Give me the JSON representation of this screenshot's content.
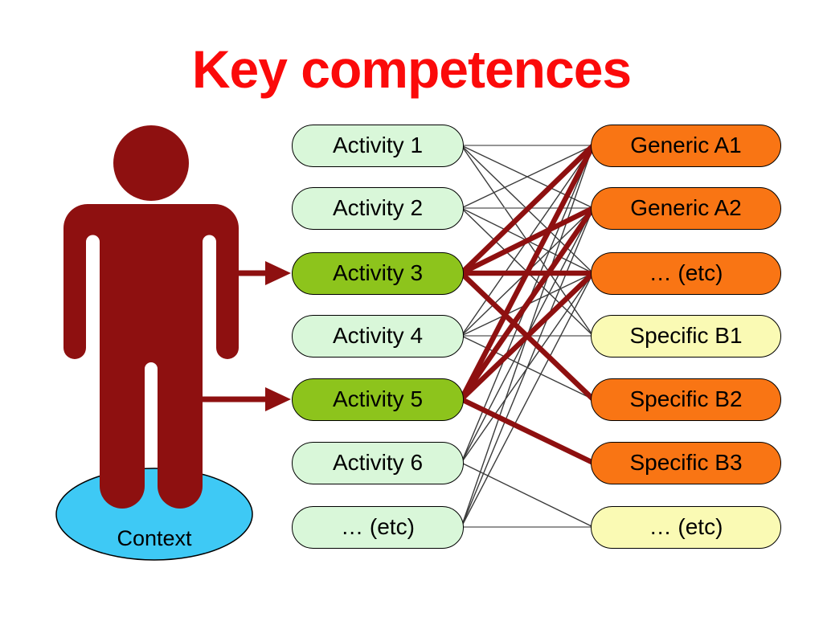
{
  "title": "Key competences",
  "context_label": "Context",
  "colors": {
    "title_red": "#fb0a0a",
    "maroon": "#8e1010",
    "light_green": "#d9f7d9",
    "dark_green": "#8dc41c",
    "orange": "#f97514",
    "pale_yellow": "#fafab4",
    "blue": "#3ec9f5",
    "thin_line": "#3a3a3a",
    "gray_line": "#858585"
  },
  "activities": [
    {
      "label": "Activity 1",
      "highlighted": false
    },
    {
      "label": "Activity 2",
      "highlighted": false
    },
    {
      "label": "Activity 3",
      "highlighted": true
    },
    {
      "label": "Activity 4",
      "highlighted": false
    },
    {
      "label": "Activity 5",
      "highlighted": true
    },
    {
      "label": "Activity 6",
      "highlighted": false
    },
    {
      "label": "… (etc)",
      "highlighted": false
    }
  ],
  "competences": [
    {
      "label": "Generic A1",
      "style": "orange"
    },
    {
      "label": "Generic A2",
      "style": "orange"
    },
    {
      "label": "… (etc)",
      "style": "orange"
    },
    {
      "label": "Specific B1",
      "style": "yellow"
    },
    {
      "label": "Specific B2",
      "style": "orange"
    },
    {
      "label": "Specific B3",
      "style": "orange"
    },
    {
      "label": "… (etc)",
      "style": "yellow"
    }
  ],
  "connections": {
    "thin": [
      [
        0,
        0
      ],
      [
        0,
        1
      ],
      [
        0,
        2
      ],
      [
        0,
        3
      ],
      [
        1,
        0
      ],
      [
        1,
        1
      ],
      [
        1,
        2
      ],
      [
        1,
        3
      ],
      [
        3,
        0
      ],
      [
        3,
        1
      ],
      [
        3,
        2
      ],
      [
        3,
        3
      ],
      [
        3,
        4
      ],
      [
        5,
        0
      ],
      [
        5,
        1
      ],
      [
        5,
        2
      ],
      [
        5,
        6
      ],
      [
        6,
        0
      ],
      [
        6,
        1
      ],
      [
        6,
        2
      ],
      [
        6,
        6
      ]
    ],
    "thick": [
      [
        2,
        0
      ],
      [
        2,
        1
      ],
      [
        2,
        2
      ],
      [
        2,
        4
      ],
      [
        4,
        0
      ],
      [
        4,
        1
      ],
      [
        4,
        2
      ],
      [
        4,
        5
      ]
    ],
    "person_arrows": [
      2,
      4
    ]
  }
}
